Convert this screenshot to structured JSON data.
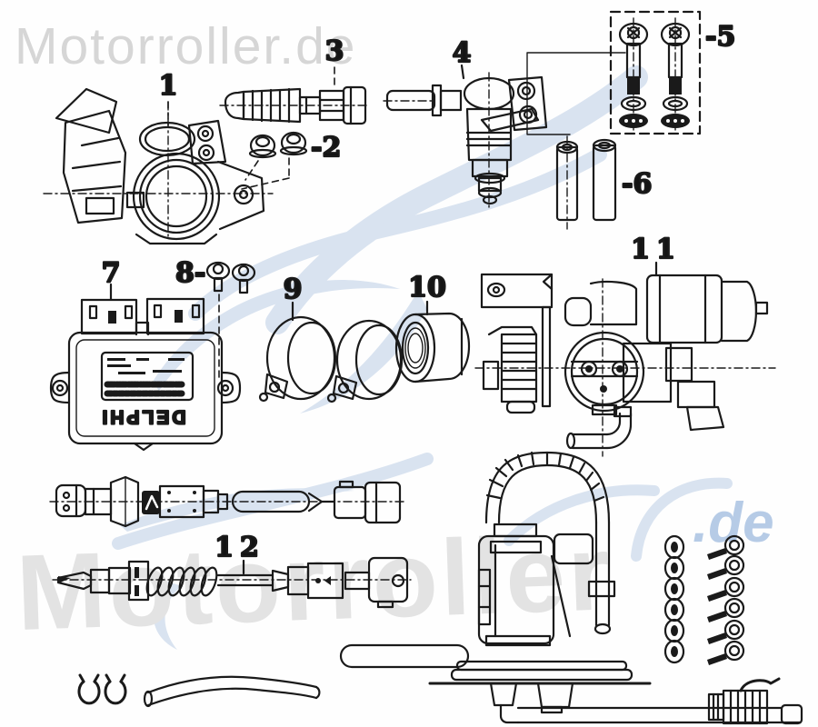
{
  "watermarks": {
    "top_left": "Motorroller.de",
    "bottom_large": "Motorroller",
    "dot_de": ".de"
  },
  "brand": {
    "ecu": "DELPHI"
  },
  "labels": {
    "p1": "1",
    "p2": "-2",
    "p3": "3",
    "p4": "4",
    "p5": "-5",
    "p6": "-6",
    "p7": "7",
    "p8": "8-",
    "p9": "9",
    "p10": "10",
    "p11": "11",
    "p12": "12"
  },
  "colors": {
    "line_art": "#1a1a1a",
    "watermark_gray_top": "#d6d6d6",
    "watermark_gray_large": "#e3e3e3",
    "watermark_blue": "#b6cbe6",
    "logo_blue": "#d9e3f0",
    "background": "#fefefe"
  }
}
